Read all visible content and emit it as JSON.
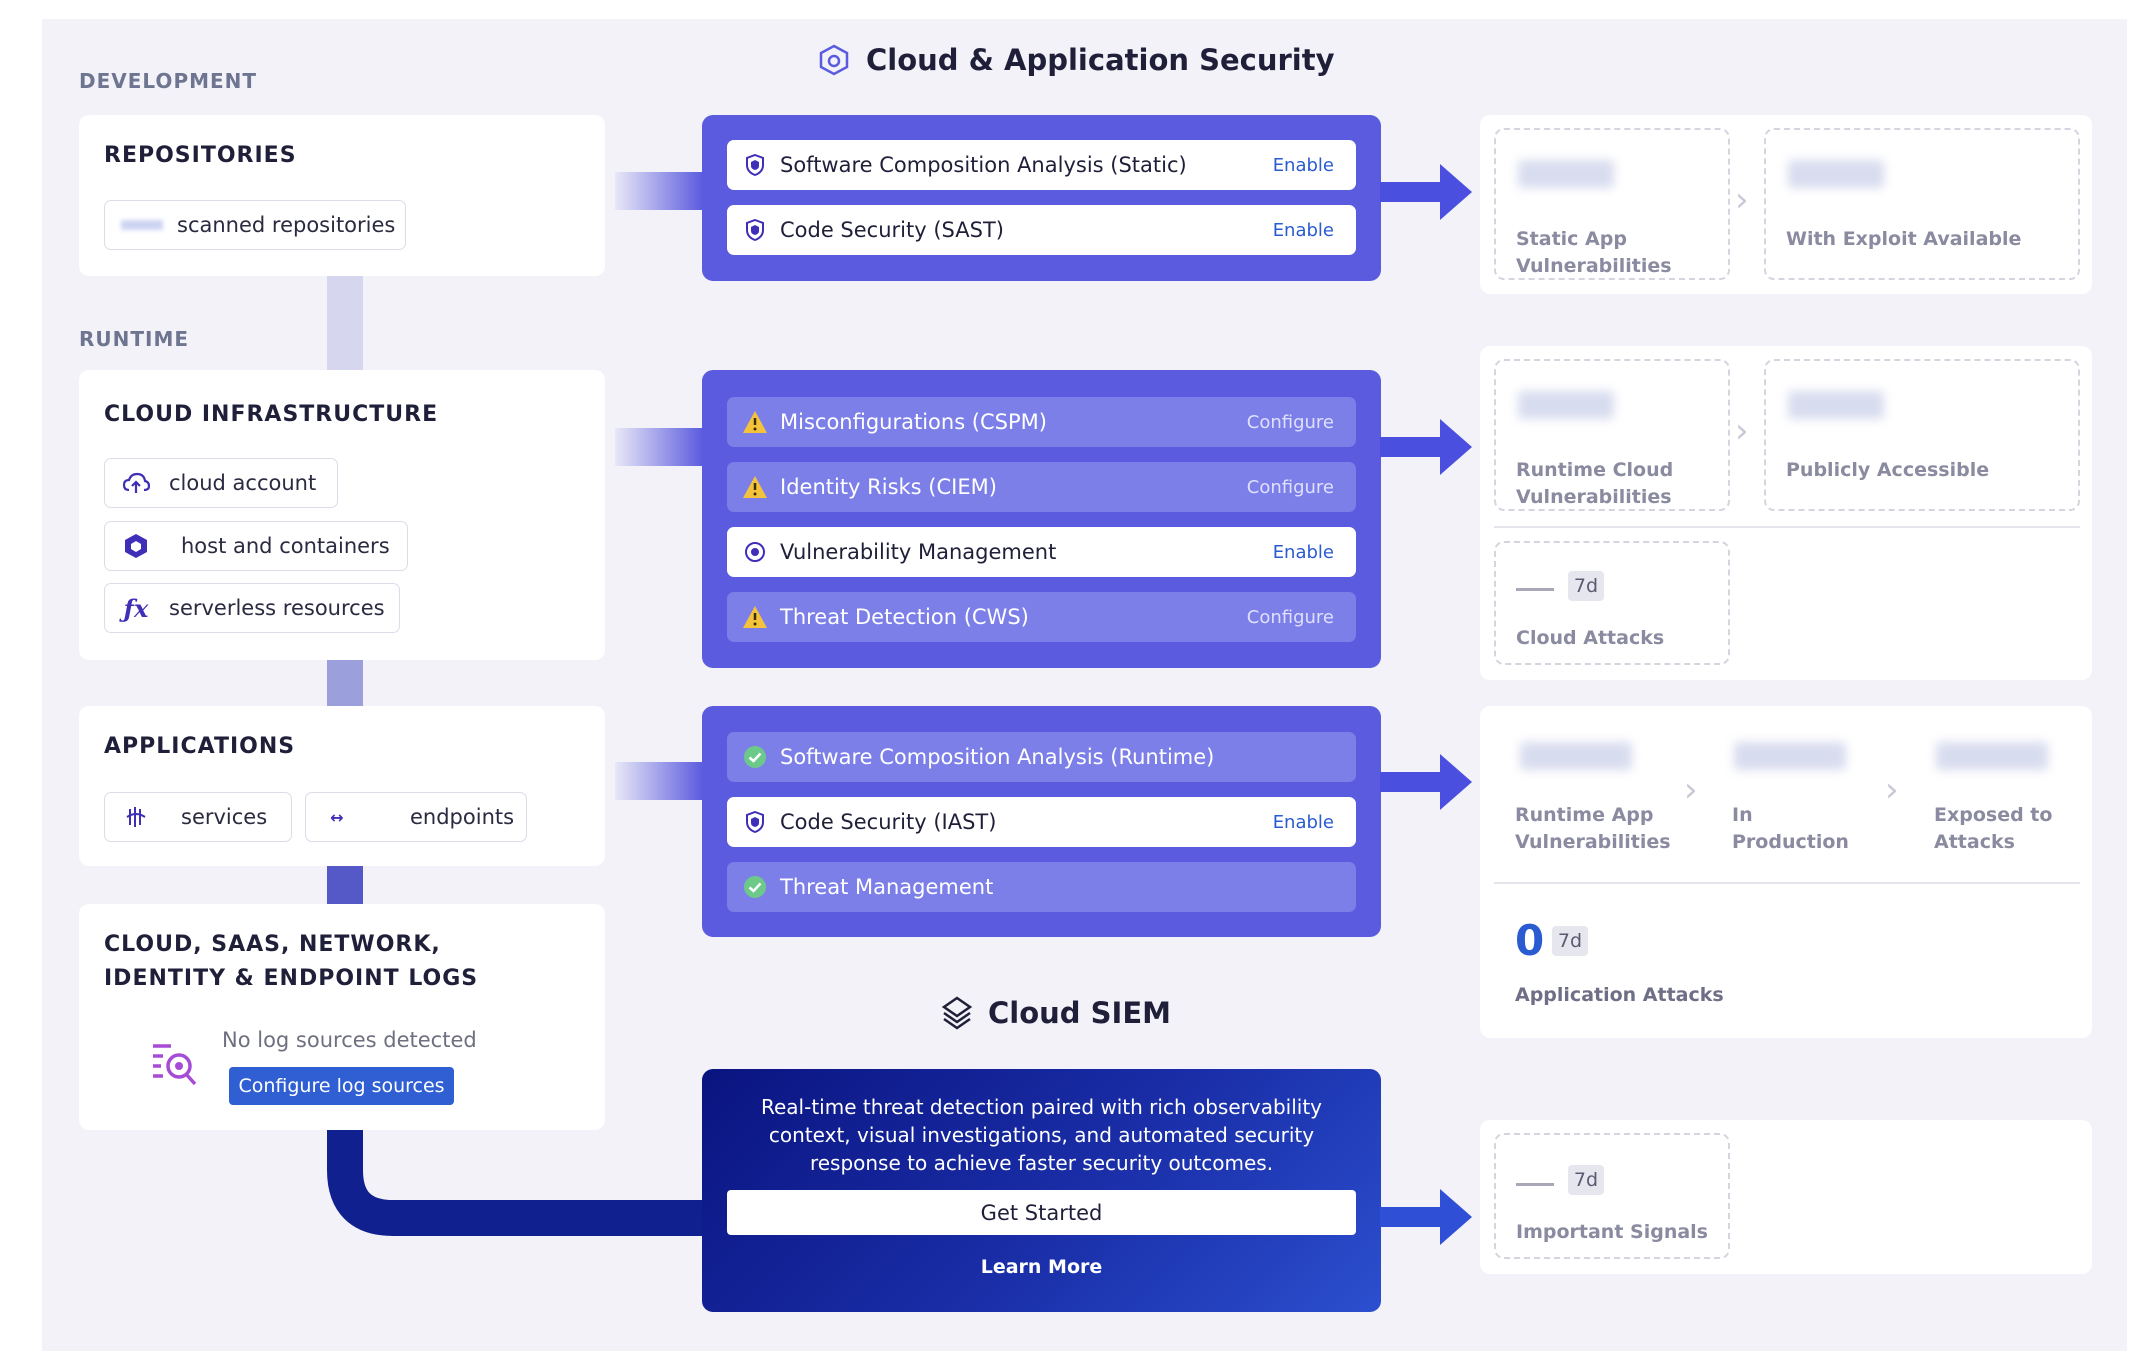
{
  "dev_label": "DEVELOPMENT",
  "runtime_label": "RUNTIME",
  "cas_title": "Cloud & Application Security",
  "siem_title": "Cloud SIEM",
  "left": {
    "repositories": {
      "title": "REPOSITORIES",
      "chip": "scanned repositories"
    },
    "cloud_infra": {
      "title": "CLOUD INFRASTRUCTURE",
      "chips": [
        "cloud account",
        "host and containers",
        "serverless resources"
      ]
    },
    "applications": {
      "title": "APPLICATIONS",
      "chips": [
        "services",
        "endpoints"
      ]
    },
    "logs": {
      "title_line1": "CLOUD, SAAS, NETWORK,",
      "title_line2": "IDENTITY & ENDPOINT LOGS",
      "empty_text": "No log sources detected",
      "button": "Configure log sources"
    }
  },
  "hub_dev": [
    {
      "label": "Software Composition Analysis (Static)",
      "action": "Enable",
      "icon": "shield-icon"
    },
    {
      "label": "Code Security (SAST)",
      "action": "Enable",
      "icon": "shield-icon"
    }
  ],
  "hub_runtime": [
    {
      "label": "Misconfigurations (CSPM)",
      "action": "Configure",
      "icon": "warning-icon"
    },
    {
      "label": "Identity Risks (CIEM)",
      "action": "Configure",
      "icon": "warning-icon"
    },
    {
      "label": "Vulnerability Management",
      "action": "Enable",
      "icon": "shield-icon"
    },
    {
      "label": "Threat Detection (CWS)",
      "action": "Configure",
      "icon": "warning-icon"
    }
  ],
  "hub_apps": [
    {
      "label": "Software Composition Analysis (Runtime)",
      "action": "",
      "icon": "check-icon"
    },
    {
      "label": "Code Security (IAST)",
      "action": "Enable",
      "icon": "shield-icon"
    },
    {
      "label": "Threat Management",
      "action": "",
      "icon": "check-icon"
    }
  ],
  "siem": {
    "description": "Real-time threat detection paired with rich observability context, visual investigations, and automated security response to achieve faster security outcomes.",
    "get_started": "Get Started",
    "learn_more": "Learn More"
  },
  "metrics": {
    "static_app": "Static App\nVulnerabilities",
    "with_exploit": "With Exploit Available",
    "runtime_cloud": "Runtime Cloud\nVulnerabilities",
    "publicly": "Publicly Accessible",
    "cloud_attacks": "Cloud Attacks",
    "runtime_app": "Runtime App\nVulnerabilities",
    "in_prod": "In\nProduction",
    "exposed": "Exposed to\nAttacks",
    "app_attacks": "Application Attacks",
    "app_attacks_value": "0",
    "important_signals": "Important Signals",
    "period": "7d"
  },
  "colors": {
    "hub": "#5b5bdf",
    "siem_dark": "#0d1a8a",
    "accent_link": "#2a5bd0",
    "button_blue": "#2f5fd3"
  }
}
